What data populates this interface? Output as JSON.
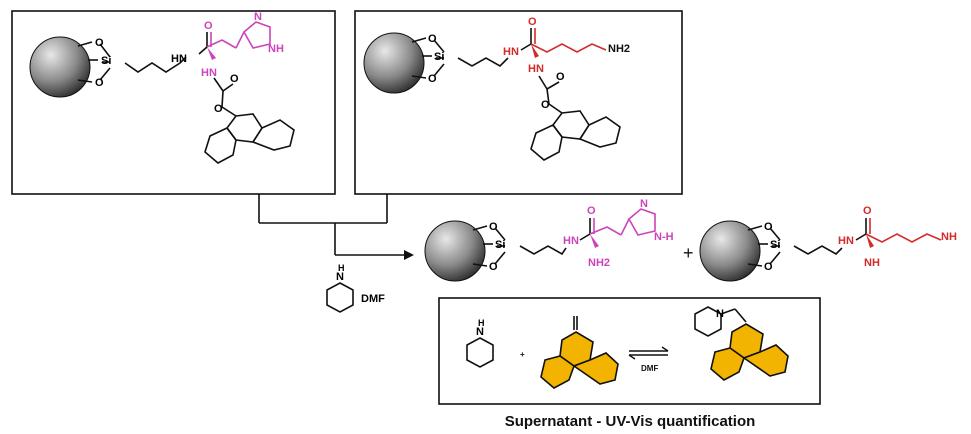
{
  "colors": {
    "histidine": "#cc44bb",
    "lysine": "#d42a2a",
    "fluorene_fill": "#f2b400",
    "bead_dark": "#1f1f1f",
    "bead_light": "#e8e8e8"
  },
  "reagents": {
    "solvent_label": "DMF",
    "equilibrium_solvent": "DMF",
    "plus": "+"
  },
  "atom_labels": {
    "o": "O",
    "si": "Si",
    "hn": "HN",
    "nh": "NH",
    "n": "N",
    "h": "H",
    "nh2": "NH2",
    "n_h": "N-H"
  },
  "caption": "Supernatant - UV-Vis quantification"
}
